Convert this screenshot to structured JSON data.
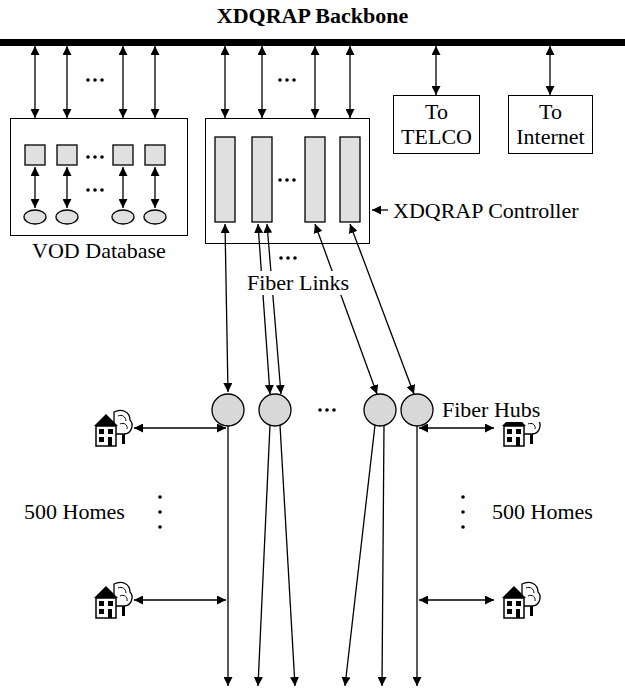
{
  "diagram": {
    "nodes": [
      {
        "text": [
          "XDQRAP Backbone"
        ]
      },
      {
        "text": [
          "VOD Database"
        ]
      },
      {
        "text": [
          "XDQRAP Controller"
        ]
      },
      {
        "text": [
          "To TELCO"
        ]
      },
      {
        "text": [
          "To Internet"
        ]
      }
    ],
    "edges": [
      {
        "from": 0,
        "to": 1,
        "arrow": "both"
      },
      {
        "from": 0,
        "to": 1,
        "arrow": "both"
      },
      {
        "from": 0,
        "to": 1,
        "arrow": "both"
      },
      {
        "from": 0,
        "to": 1,
        "arrow": "both"
      },
      {
        "from": 0,
        "to": 2,
        "arrow": "both"
      },
      {
        "from": 0,
        "to": 2,
        "arrow": "both"
      },
      {
        "from": 0,
        "to": 2,
        "arrow": "both"
      },
      {
        "from": 0,
        "to": 2,
        "arrow": "both"
      },
      {
        "from": 0,
        "to": 3,
        "arrow": "both"
      },
      {
        "from": 0,
        "to": 4,
        "arrow": "both"
      }
    ],
    "labels": [
      "Fiber Links",
      "Fiber Hubs",
      "500 Homes",
      "500 Homes"
    ]
  }
}
